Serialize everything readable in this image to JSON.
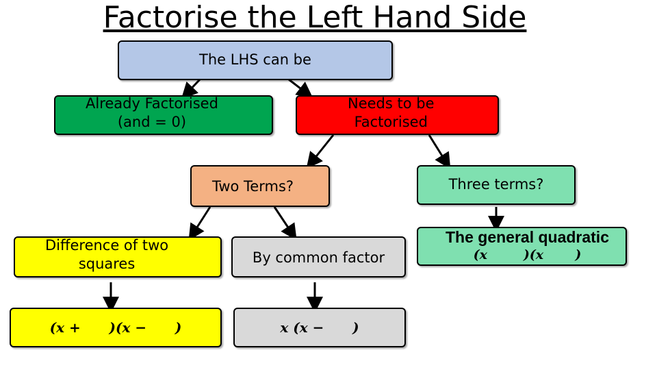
{
  "title": "Factorise the Left Hand Side",
  "nodes": {
    "root": {
      "label": "The LHS can be",
      "color": "#b4c7e7"
    },
    "already": {
      "line1": "Already Factorised",
      "line2": "(and = 0)",
      "color": "#00a550"
    },
    "needs": {
      "line1": "Needs to be",
      "line2": "Factorised",
      "color": "#ff0000"
    },
    "two_terms": {
      "label": "Two Terms?",
      "color": "#f4b183"
    },
    "three_terms": {
      "label": "Three terms?",
      "color": "#7fe0b0"
    },
    "diff_squares": {
      "line1": "Difference of two",
      "line2": "squares",
      "color": "#ffff00"
    },
    "common_factor": {
      "label": "By common factor",
      "color": "#d9d9d9"
    },
    "quadratic": {
      "title": "The general quadratic",
      "expr": "(x        )(x       )",
      "color": "#7fe0b0"
    },
    "diff_squares_form": {
      "expr": "(x +      )(x −      )",
      "color": "#ffff00"
    },
    "common_factor_form": {
      "expr": "x (x −      )",
      "color": "#d9d9d9"
    }
  }
}
